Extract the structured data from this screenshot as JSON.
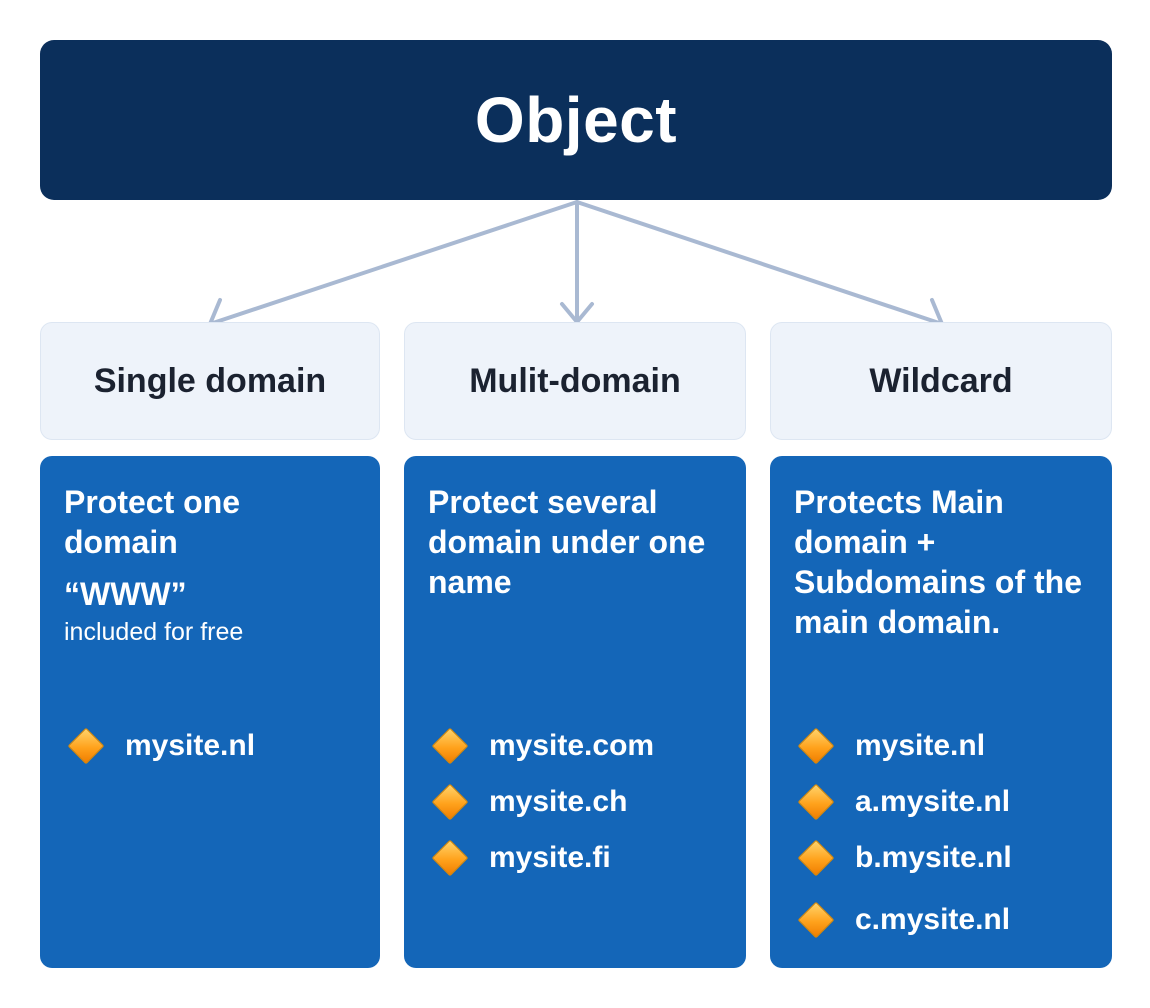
{
  "root": {
    "title": "Object"
  },
  "categories": [
    {
      "label": "Single domain"
    },
    {
      "label": "Mulit-domain"
    },
    {
      "label": "Wildcard"
    }
  ],
  "cards": [
    {
      "description": "Protect one domain",
      "highlight": "“WWW”",
      "note": "included for free",
      "items": [
        "mysite.nl"
      ]
    },
    {
      "description": "Protect several domain under one name",
      "items": [
        "mysite.com",
        "mysite.ch",
        "mysite.fi"
      ]
    },
    {
      "description": "Protects Main domain + Subdomains of the main domain.",
      "items": [
        "mysite.nl",
        "a.mysite.nl",
        "b.mysite.nl",
        "c.mysite.nl"
      ]
    }
  ],
  "icons": {
    "bullet": "orange-diamond-icon"
  },
  "colors": {
    "root_bg": "#0b2f5b",
    "category_bg": "#eef3fa",
    "card_bg": "#1466b8",
    "connector": "#a9b9d2",
    "bullet": "#ffa21c"
  }
}
